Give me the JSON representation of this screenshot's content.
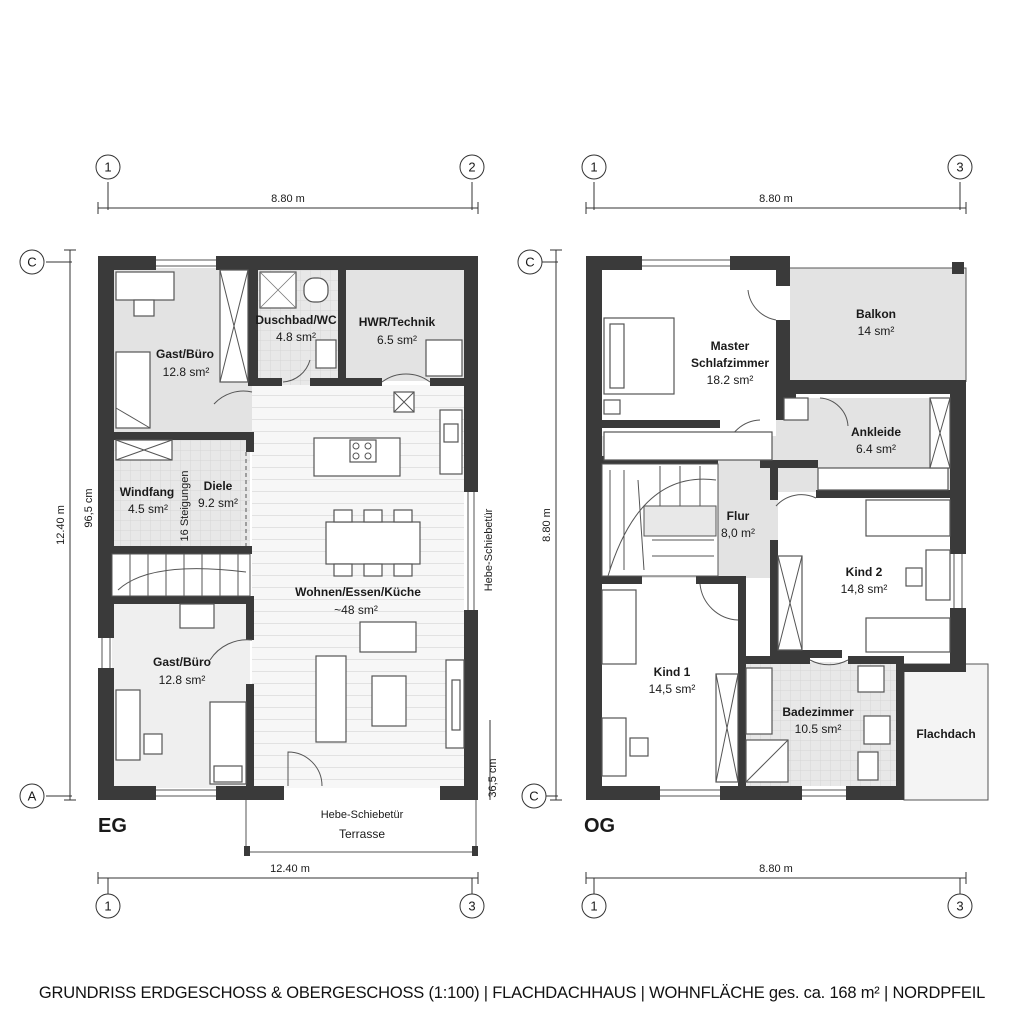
{
  "ground_floor": {
    "tag": "EG",
    "axes": {
      "top_left": "1",
      "top_right": "2",
      "bottom_left": "1",
      "bottom_right": "3",
      "left_top": "C",
      "left_bottom": "A"
    },
    "dims": {
      "top_width": "8.80 m",
      "bottom_width": "12.40 m",
      "left_height": "12.40 m",
      "left_partial": "96,5 cm",
      "right_partial": "36,5 cm"
    },
    "rooms": {
      "gast_top": {
        "name": "Gast/Büro",
        "area": "12.8 sm²"
      },
      "bad": {
        "name": "Duschbad/WC",
        "area": "4.8 sm²"
      },
      "hwr": {
        "name": "HWR/Technik",
        "area": "6.5 sm²"
      },
      "windfang": {
        "name": "Windfang",
        "area": "4.5 sm²"
      },
      "diele": {
        "name": "Diele",
        "area": "9.2 sm²"
      },
      "wohnen": {
        "name": "Wohnen/Essen/Küche",
        "area": "~48 sm²"
      },
      "gast_bottom": {
        "name": "Gast/Büro",
        "area": "12.8 sm²"
      }
    },
    "labels": {
      "stairs": "16 Steigungen",
      "door_right": "Hebe-Schiebetür",
      "door_bottom": "Hebe-Schiebetür",
      "terrace": "Terrasse"
    }
  },
  "upper_floor": {
    "tag": "OG",
    "axes": {
      "top_left": "1",
      "top_right": "3",
      "bottom_left": "1",
      "bottom_right": "3",
      "left_top": "C",
      "left_bottom": "C"
    },
    "dims": {
      "top_width": "8.80 m",
      "bottom_width": "8.80 m",
      "left_height": "8.80 m"
    },
    "rooms": {
      "master": {
        "name": "Master",
        "name2": "Schlafzimmer",
        "area": "18.2 sm²"
      },
      "balkon": {
        "name": "Balkon",
        "area": "14 sm²"
      },
      "ankleide": {
        "name": "Ankleide",
        "area": "6.4 sm²"
      },
      "flur": {
        "name": "Flur",
        "area": "8,0 m²"
      },
      "kind2": {
        "name": "Kind 2",
        "area": "14,8 sm²"
      },
      "kind1": {
        "name": "Kind 1",
        "area": "14,5 sm²"
      },
      "badezimmer": {
        "name": "Badezimmer",
        "area": "10.5 sm²"
      },
      "flachdach": {
        "name": "Flachdach"
      }
    }
  },
  "footer": "GRUNDRISS ERDGESCHOSS & OBERGESCHOSS (1:100) | FLACHDACHHAUS  | WOHNFLÄCHE ges. ca. 168 m² | NORDPFEIL"
}
